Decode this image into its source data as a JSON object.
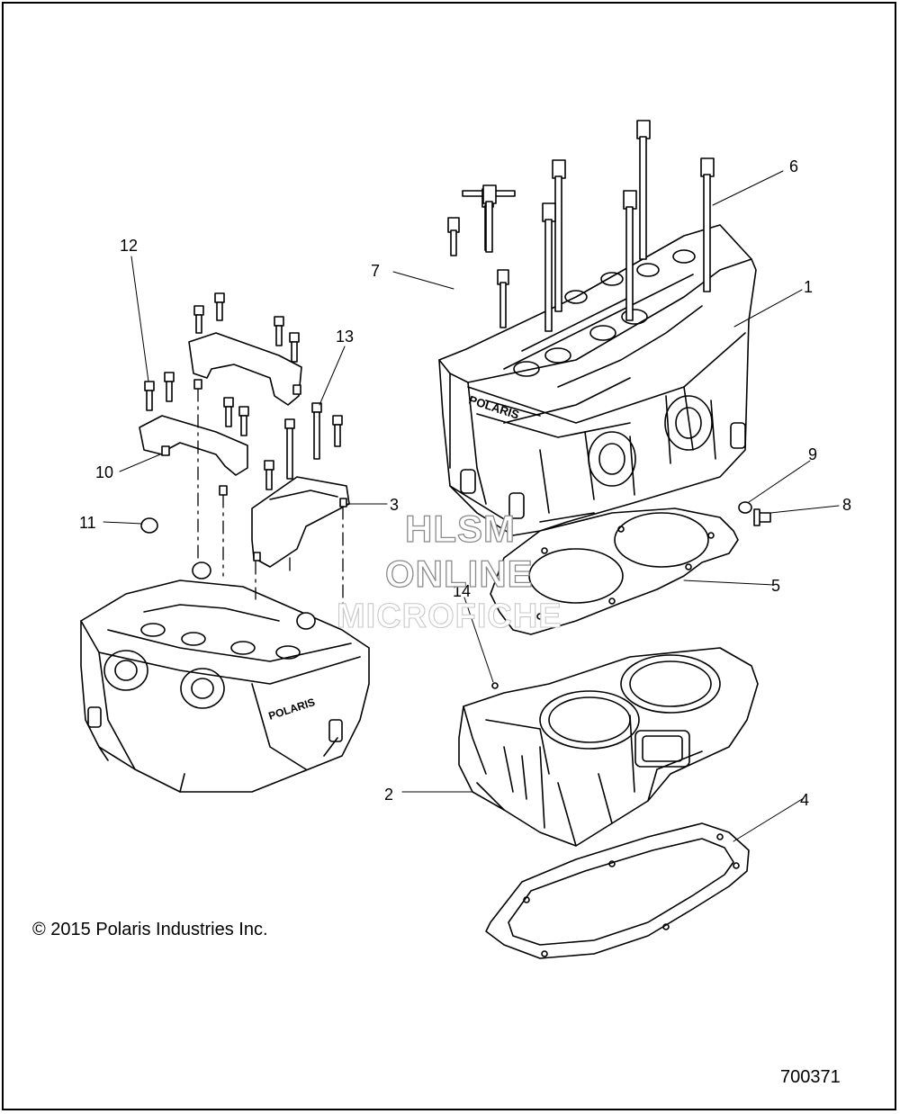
{
  "copyright": "© 2015 Polaris Industries Inc.",
  "document_number": "700371",
  "watermark": {
    "line1": "HLSM",
    "line2": "ONLINE",
    "line3": "MICROFICHE"
  },
  "brand_text": "POLARIS",
  "callouts": [
    "1",
    "2",
    "3",
    "4",
    "5",
    "6",
    "7",
    "8",
    "9",
    "10",
    "11",
    "12",
    "13",
    "14"
  ]
}
